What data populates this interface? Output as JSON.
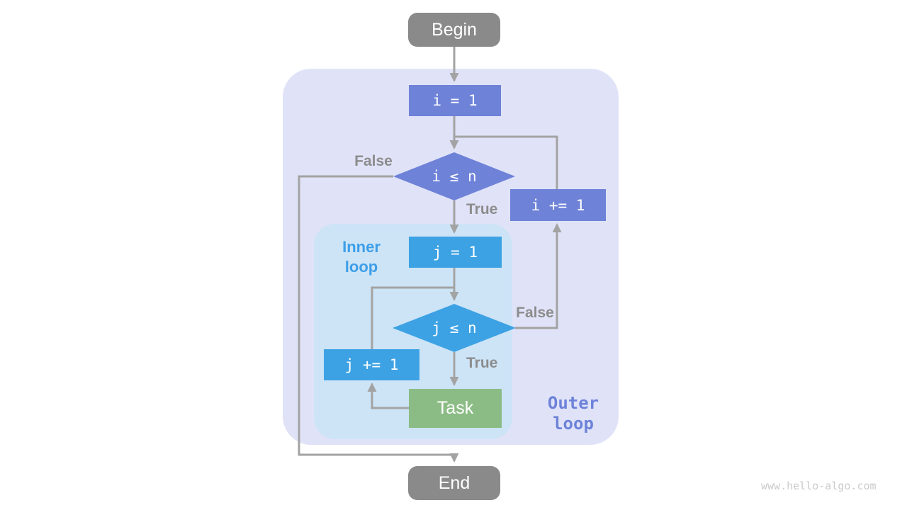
{
  "title": "Nested loop flowchart",
  "colors": {
    "terminal_gray": "#8a8a8a",
    "outer_accent": "#6e82d8",
    "inner_accent": "#3da2e4",
    "task_green": "#8bbc85",
    "outer_region_bg": "#e0e3f8",
    "inner_region_bg": "#cde4f7",
    "connector": "#a3a3a3",
    "edge_label_gray": "#8c8c8c",
    "inner_label_blue": "#3d9ee8",
    "outer_label_purple": "#6d82d9",
    "watermark_gray": "#cbcbcb"
  },
  "nodes": {
    "begin": {
      "label": "Begin"
    },
    "init_i": {
      "label": "i = 1"
    },
    "cond_i": {
      "label": "i ≤ n"
    },
    "inc_i": {
      "label": "i += 1"
    },
    "init_j": {
      "label": "j = 1"
    },
    "cond_j": {
      "label": "j ≤ n"
    },
    "inc_j": {
      "label": "j += 1"
    },
    "task": {
      "label": "Task"
    },
    "end": {
      "label": "End"
    }
  },
  "edge_labels": {
    "outer_false": "False",
    "outer_true": "True",
    "inner_false": "False",
    "inner_true": "True"
  },
  "regions": {
    "outer": {
      "label": "Outer\nloop"
    },
    "inner": {
      "label": "Inner\nloop"
    }
  },
  "watermark": "www.hello-algo.com"
}
